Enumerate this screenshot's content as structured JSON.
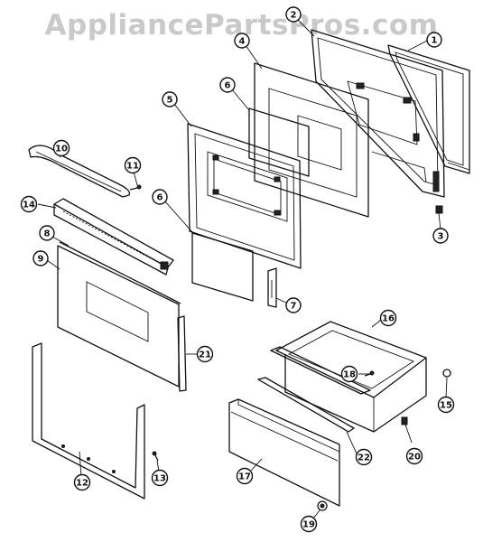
{
  "watermark": "AppliancePartsPros.com",
  "callouts": [
    "1",
    "2",
    "3",
    "4",
    "5",
    "6",
    "6",
    "7",
    "8",
    "9",
    "10",
    "11",
    "12",
    "13",
    "14",
    "15",
    "16",
    "17",
    "18",
    "19",
    "20",
    "21",
    "22"
  ]
}
